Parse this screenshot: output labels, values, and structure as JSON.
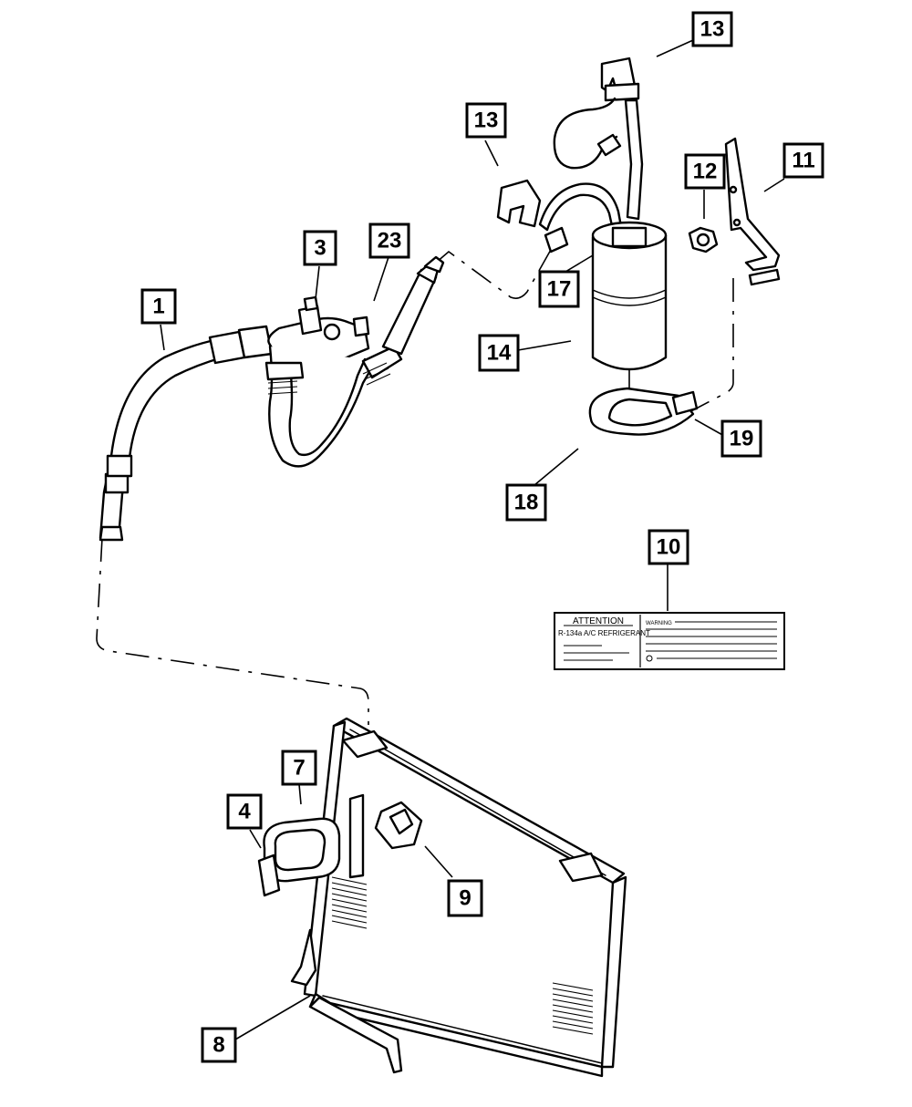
{
  "callouts": [
    {
      "id": "1",
      "label": "1"
    },
    {
      "id": "3",
      "label": "3"
    },
    {
      "id": "4",
      "label": "4"
    },
    {
      "id": "7",
      "label": "7"
    },
    {
      "id": "8",
      "label": "8"
    },
    {
      "id": "9",
      "label": "9"
    },
    {
      "id": "10",
      "label": "10"
    },
    {
      "id": "11",
      "label": "11"
    },
    {
      "id": "12",
      "label": "12"
    },
    {
      "id": "13a",
      "label": "13"
    },
    {
      "id": "13b",
      "label": "13"
    },
    {
      "id": "14",
      "label": "14"
    },
    {
      "id": "17",
      "label": "17"
    },
    {
      "id": "18",
      "label": "18"
    },
    {
      "id": "19",
      "label": "19"
    },
    {
      "id": "23",
      "label": "23"
    }
  ],
  "warning_label": {
    "heading": "ATTENTION",
    "line1": "R-134a A/C REFRIGERANT",
    "warning": "WARNING"
  }
}
